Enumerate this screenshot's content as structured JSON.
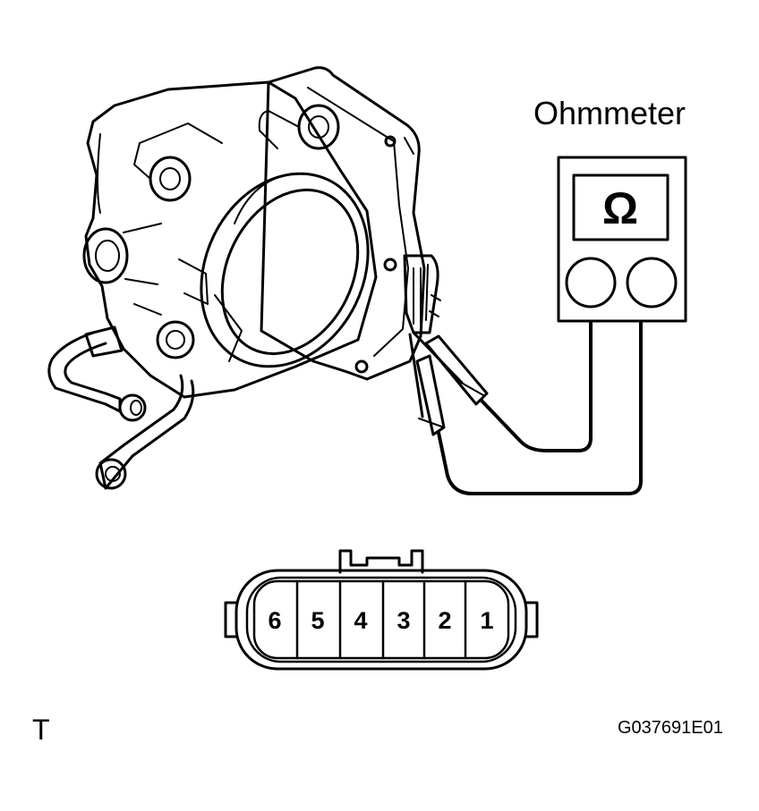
{
  "diagram": {
    "meter_label": "Ohmmeter",
    "meter_symbol": "Ω",
    "connector_pins": [
      "6",
      "5",
      "4",
      "3",
      "2",
      "1"
    ],
    "corner_letter": "T",
    "figure_code": "G037691E01"
  },
  "icons": {
    "throttle_body": "throttle-body-illustration",
    "probe": "test-probe",
    "meter": "ohmmeter-device"
  },
  "colors": {
    "ink": "#000000",
    "paper": "#ffffff"
  }
}
